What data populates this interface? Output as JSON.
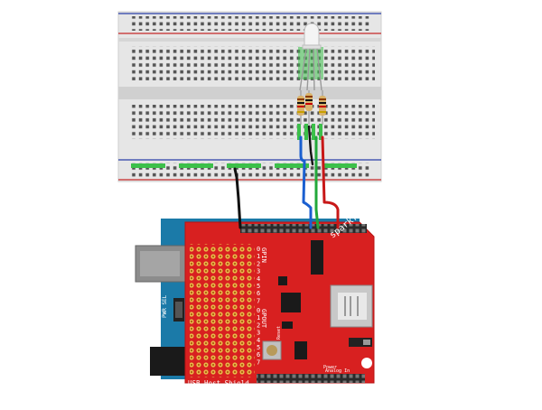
{
  "board": {
    "brand": "sparkfun.com",
    "name": "USB Host Shield",
    "pwr_sel": "PWR SEL",
    "gpin": "GPIN",
    "gpout": "GPOUT",
    "reset": "Reset",
    "power": "Power",
    "analog": "Analog In",
    "gpin_digits": [
      "0",
      "1",
      "2",
      "3",
      "4",
      "5",
      "6",
      "7"
    ],
    "gpout_digits": [
      "0",
      "1",
      "2",
      "3",
      "4",
      "5",
      "6",
      "7"
    ]
  },
  "colors": {
    "shield": "#d82020",
    "arduino": "#1b7aa8",
    "breadboard": "#e6e6e6",
    "wire_blue": "#1a5fd0",
    "wire_green": "#22a83a",
    "wire_red": "#c81818",
    "wire_black": "#111111"
  }
}
